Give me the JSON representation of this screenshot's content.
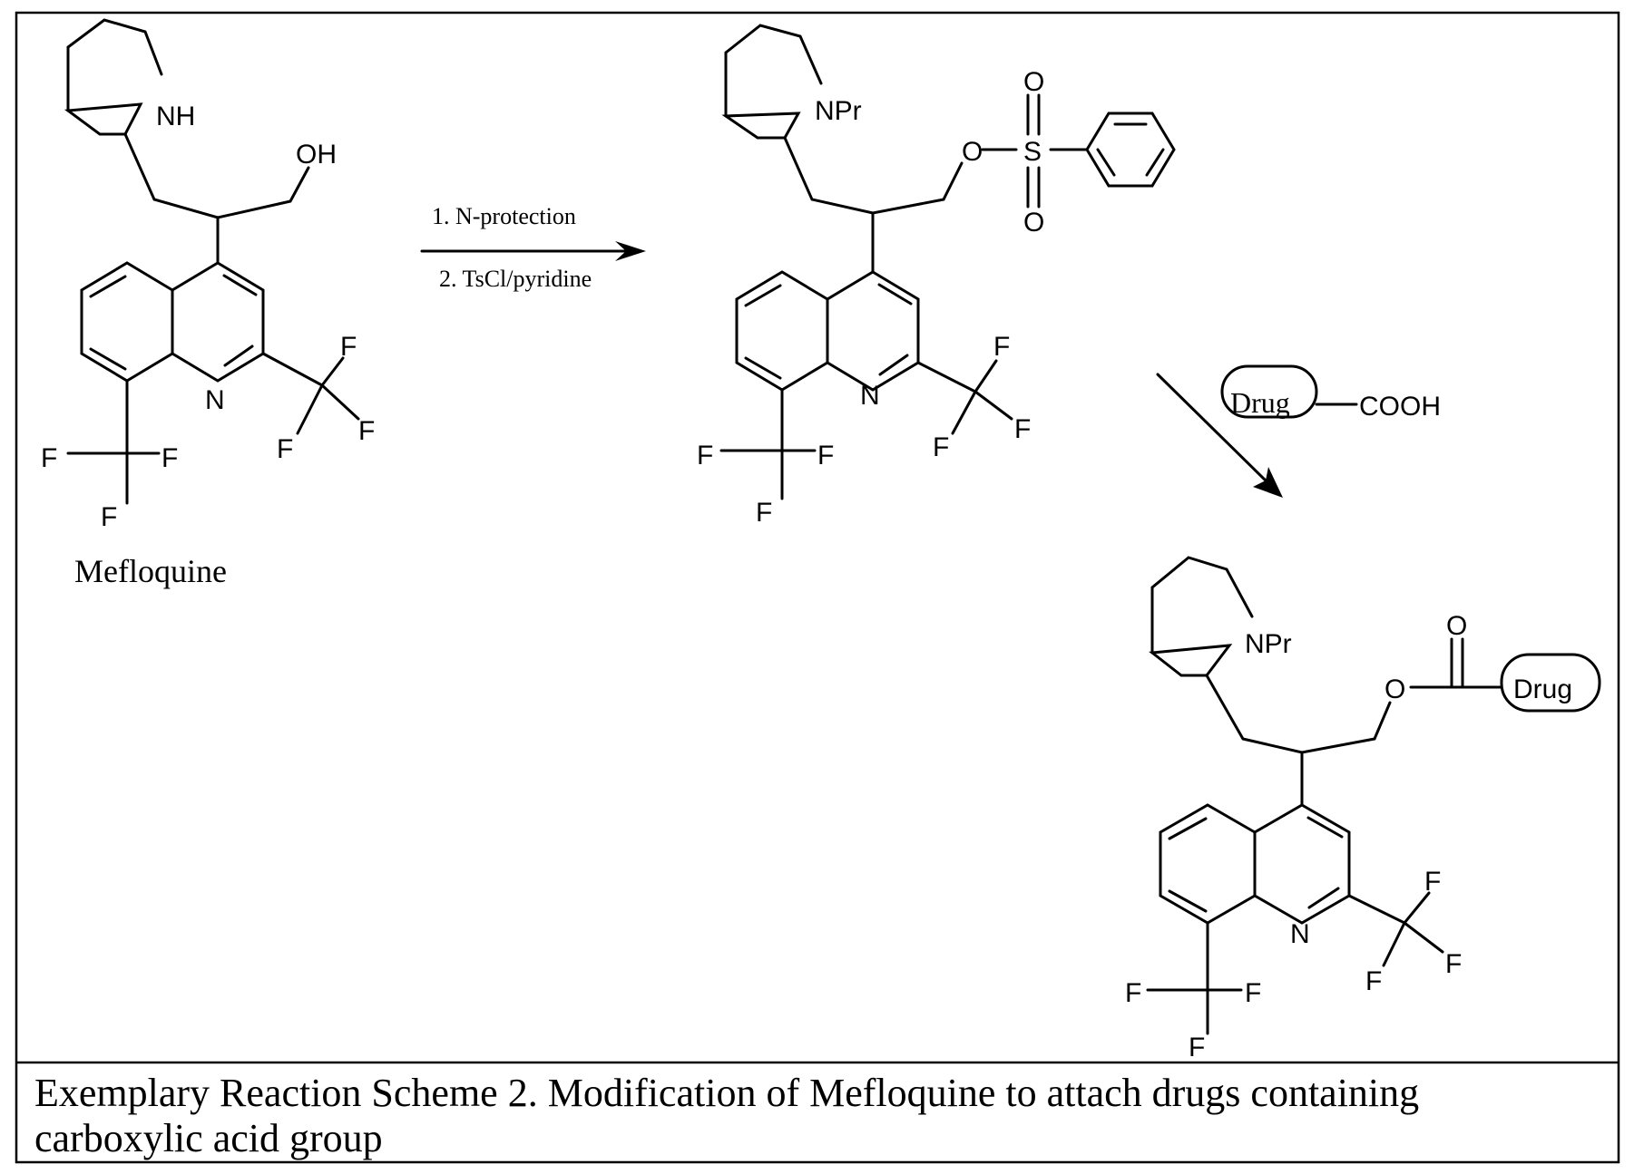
{
  "scheme": {
    "compound_name": "Mefloquine",
    "conditions": {
      "step1": "1. N-protection",
      "step2": "2. TsCl/pyridine"
    },
    "reagent": {
      "drug": "Drug",
      "acid": "COOH"
    },
    "caption_line1": "Exemplary Reaction Scheme 2.  Modification of Mefloquine to attach drugs containing",
    "caption_line2": "carboxylic acid group"
  },
  "atoms": {
    "nh": "NH",
    "oh": "OH",
    "npr": "NPr",
    "n": "N",
    "f": "F",
    "o": "O",
    "s": "S",
    "drug": "Drug"
  }
}
